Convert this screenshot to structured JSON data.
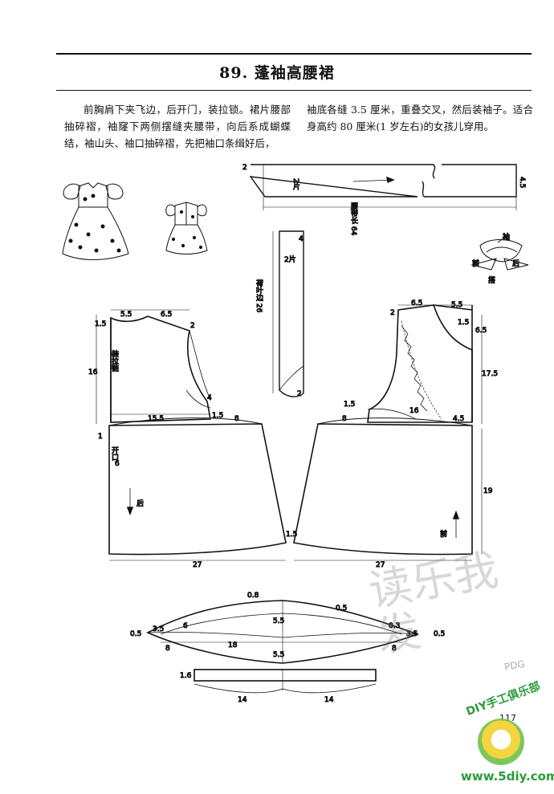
{
  "header": {
    "title": "89. 蓬袖高腰裙"
  },
  "text": {
    "left_paragraph": "前胸肩下夹飞边，后开门，装拉锁。裙片腰部抽碎褶，袖窿下两侧摆缝夹腰带，向后系成蝴蝶结，袖山头、袖口抽碎褶，先把袖口条缉好后，",
    "right_paragraph": "袖底各缝 3.5 厘米，重叠交叉，然后装袖子。适合身高约 80 厘米(1 岁左右)的女孩儿穿用。"
  },
  "sash": {
    "label": "腰带长 64",
    "pieces": "2片",
    "dim_end": "2",
    "dim_width": "4.5"
  },
  "ruffle": {
    "label": "荷叶边 26",
    "pieces": "2片",
    "dim_top": "4",
    "dim_bottom": "2"
  },
  "sleeve_detail": {
    "label_sleeve": "袖",
    "label_front": "前",
    "label_back": "后",
    "label_overlap": "搭"
  },
  "back_bodice": {
    "neck_width": "5.5",
    "shoulder": "6.5",
    "neck_drop": "1.5",
    "shoulder_drop": "2",
    "zipper_label": "装拉链",
    "length": "16",
    "armhole": "4",
    "width": "15.5",
    "side_offset": "1.5",
    "waist_ext": "8"
  },
  "front_bodice": {
    "shoulder": "6.5",
    "neck_width": "5.5",
    "shoulder_drop": "2",
    "neck_drop": "1.5",
    "front_drop": "6.5",
    "length": "17.5",
    "width": "16",
    "side_offset": "1.5",
    "waist_ext": "8",
    "center_ext": "4.5"
  },
  "back_skirt": {
    "opening_label": "开口",
    "opening_len": "6",
    "hem_offset": "1",
    "direction_label": "后",
    "hem_width": "27",
    "flare": "1.5"
  },
  "front_skirt": {
    "length": "19",
    "direction_label": "前",
    "hem_width": "27"
  },
  "sleeve": {
    "cap_peak": "0.8",
    "right_peak": "0.5",
    "cap_height": "5.5",
    "lower_height": "5.5",
    "left_edge": "0.5",
    "right_edge": "0.5",
    "left_overlap": "3.5",
    "right_overlap": "3.5",
    "left_upper": "6",
    "left_lower": "8",
    "right_lower": "8",
    "right_dim": "0.3",
    "half_width": "18"
  },
  "cuff": {
    "width_dim": "1.6",
    "left_len": "14",
    "right_len": "14"
  },
  "footer": {
    "page_number": "117"
  },
  "watermark": {
    "chars": "读乐我发",
    "pdg": "PDG"
  },
  "logo": {
    "club": "DIY手工俱乐部",
    "url": "www.5diy.com"
  }
}
